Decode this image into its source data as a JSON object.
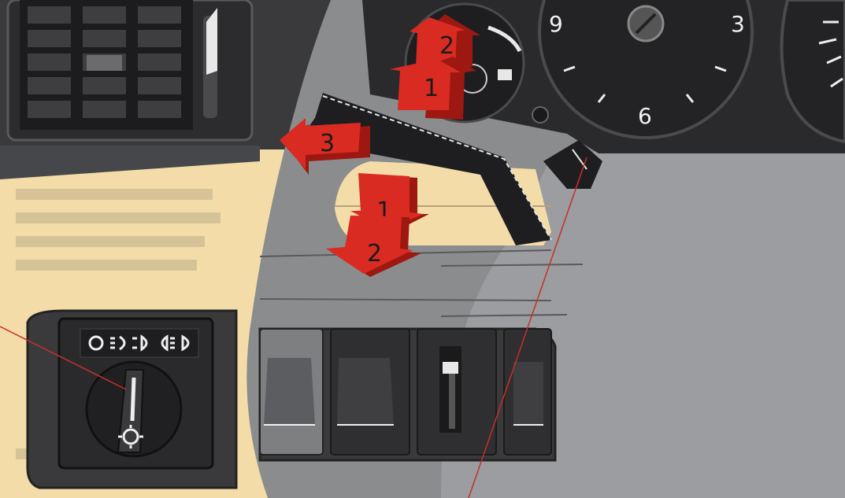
{
  "colors": {
    "page_cream": "#f3dca8",
    "dash_dark": "#3a3a3c",
    "panel_grey": "#8b8c8e",
    "stalk_black": "#1e1e20",
    "arrow_red": "#d92b22",
    "arrow_shadow": "#9c1811",
    "pointer_line": "#c4302a",
    "gauge_face": "#232325",
    "gauge_marks": "#eeeeee"
  },
  "arrows": {
    "upper_stalk": {
      "up_1": "1",
      "up_2": "2"
    },
    "side": {
      "push_3": "3"
    },
    "lower_stalk": {
      "down_1": "1",
      "down_2": "2"
    }
  },
  "gauge": {
    "label_9": "9",
    "label_3": "3",
    "label_6": "6"
  },
  "light_switch": {
    "icons": [
      "parking-light-icon",
      "low-beam-icon",
      "high-beam-icon",
      "fog-light-icon",
      "rear-fog-icon"
    ]
  },
  "icons": [
    "air-vent-icon",
    "headlight-symbol-icon",
    "dimmer-slider-icon",
    "rocker-switch-icon"
  ]
}
